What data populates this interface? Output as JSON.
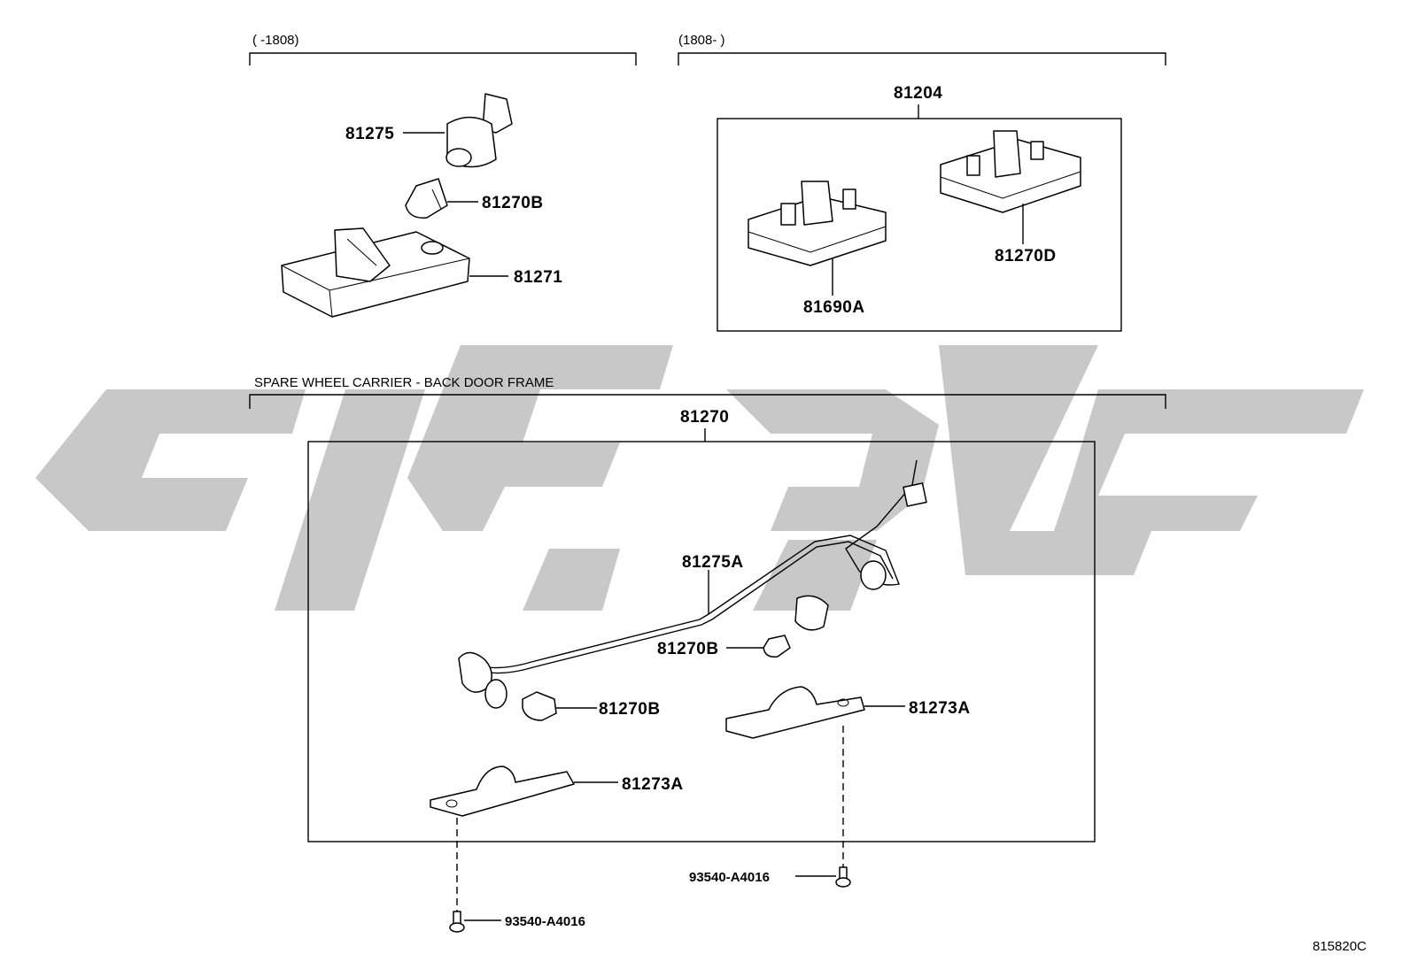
{
  "ranges": {
    "left": "(      -1808)",
    "right": "(1808-      )",
    "lower": "SPARE WHEEL CARRIER - BACK DOOR FRAME"
  },
  "parts": {
    "p81275": "81275",
    "p81270B_top": "81270B",
    "p81271": "81271",
    "p81204": "81204",
    "p81690A": "81690A",
    "p81270D": "81270D",
    "p81270": "81270",
    "p81275A": "81275A",
    "p81270B_mid": "81270B",
    "p81270B_low": "81270B",
    "p81273A_right": "81273A",
    "p81273A_left": "81273A",
    "p93540_right": "93540-A4016",
    "p93540_left": "93540-A4016"
  },
  "figure_id": "815820C"
}
